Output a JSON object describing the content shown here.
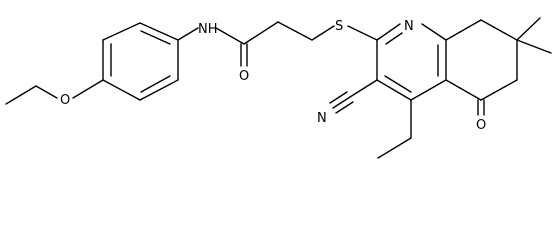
{
  "structure": {
    "atoms": {
      "amide_nh": "NH",
      "amide_o": "O",
      "thioether_s": "S",
      "ring_n": "N",
      "nitrile_n": "N",
      "ketone_o": "O",
      "ether_o": "O"
    }
  }
}
